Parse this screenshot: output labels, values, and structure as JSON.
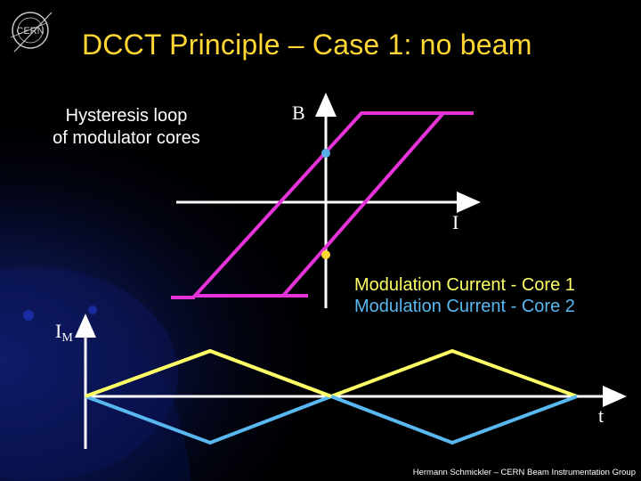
{
  "slide": {
    "title": "DCCT Principle – Case 1: no beam",
    "caption_lines": [
      "Hysteresis loop",
      "of modulator cores"
    ],
    "footer": "Hermann Schmickler – CERN Beam Instrumentation Group",
    "logo_text": "CERN"
  },
  "hysteresis": {
    "y_axis_label": "B",
    "x_axis_label": "I",
    "loop_color": "#e633d9",
    "axis_color": "#ffffff",
    "marker_color_core1": "#5aaee8",
    "marker_color_core2": "#ffd633"
  },
  "modulation": {
    "y_axis_label": "I",
    "y_axis_label_sub": "M",
    "x_axis_label": "t",
    "legend": [
      {
        "label": "Modulation Current - Core 1",
        "color": "#ffff66"
      },
      {
        "label": "Modulation Current - Core 2",
        "color": "#5ab8f0"
      }
    ]
  },
  "colors": {
    "background": "#000000",
    "title": "#ffd633",
    "text": "#ffffff"
  }
}
